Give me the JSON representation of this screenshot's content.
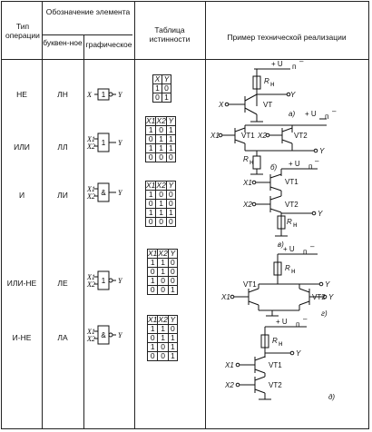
{
  "header": {
    "col_type": "Тип операции",
    "col_designation": "Обозначение элемента",
    "col_letter": "буквен-ное",
    "col_graphic": "графическое",
    "col_truth": "Таблица истинности",
    "col_example": "Пример технической реализации"
  },
  "rows": [
    {
      "op": "НЕ",
      "code": "ЛН",
      "sym_inputs": [
        "X"
      ],
      "sym_output": "Y",
      "sym_label": "1",
      "truth_header": [
        "X",
        "Y"
      ],
      "truth_rows": [
        [
          "1",
          "0"
        ],
        [
          "0",
          "1"
        ]
      ]
    },
    {
      "op": "ИЛИ",
      "code": "ЛЛ",
      "sym_inputs": [
        "X1",
        "X2"
      ],
      "sym_output": "Y",
      "sym_label": "1",
      "truth_header": [
        "X1",
        "X2",
        "Y"
      ],
      "truth_rows": [
        [
          "1",
          "0",
          "1"
        ],
        [
          "0",
          "1",
          "1"
        ],
        [
          "1",
          "1",
          "1"
        ],
        [
          "0",
          "0",
          "0"
        ]
      ]
    },
    {
      "op": "И",
      "code": "ЛИ",
      "sym_inputs": [
        "X1",
        "X2"
      ],
      "sym_output": "Y",
      "sym_label": "&",
      "truth_header": [
        "X1",
        "X2",
        "Y"
      ],
      "truth_rows": [
        [
          "1",
          "0",
          "0"
        ],
        [
          "0",
          "1",
          "0"
        ],
        [
          "1",
          "1",
          "1"
        ],
        [
          "0",
          "0",
          "0"
        ]
      ]
    },
    {
      "op": "ИЛИ-НЕ",
      "code": "ЛЕ",
      "sym_inputs": [
        "X1",
        "X2"
      ],
      "sym_output": "Y",
      "sym_label": "1",
      "truth_header": [
        "X1",
        "X2",
        "Y"
      ],
      "truth_rows": [
        [
          "1",
          "1",
          "0"
        ],
        [
          "0",
          "1",
          "0"
        ],
        [
          "1",
          "0",
          "0"
        ],
        [
          "0",
          "0",
          "1"
        ]
      ]
    },
    {
      "op": "И-НЕ",
      "code": "ЛА",
      "sym_inputs": [
        "X1",
        "X2"
      ],
      "sym_output": "Y",
      "sym_label": "&",
      "truth_header": [
        "X1",
        "X2",
        "Y"
      ],
      "truth_rows": [
        [
          "1",
          "1",
          "0"
        ],
        [
          "0",
          "1",
          "1"
        ],
        [
          "1",
          "0",
          "1"
        ],
        [
          "0",
          "0",
          "1"
        ]
      ]
    }
  ],
  "circuits": {
    "supply": "+ U",
    "supply_sub": "п",
    "minus": "–",
    "resistor": "R",
    "resistor_sub": "н",
    "transistor": "VT",
    "vt1": "VT1",
    "vt2": "VT2",
    "out": "Y",
    "in": "X",
    "in1": "X1",
    "in2": "X2",
    "label_a": "а)",
    "label_b": "б)",
    "label_v": "в)",
    "label_g": "г)",
    "label_d": "д)"
  }
}
